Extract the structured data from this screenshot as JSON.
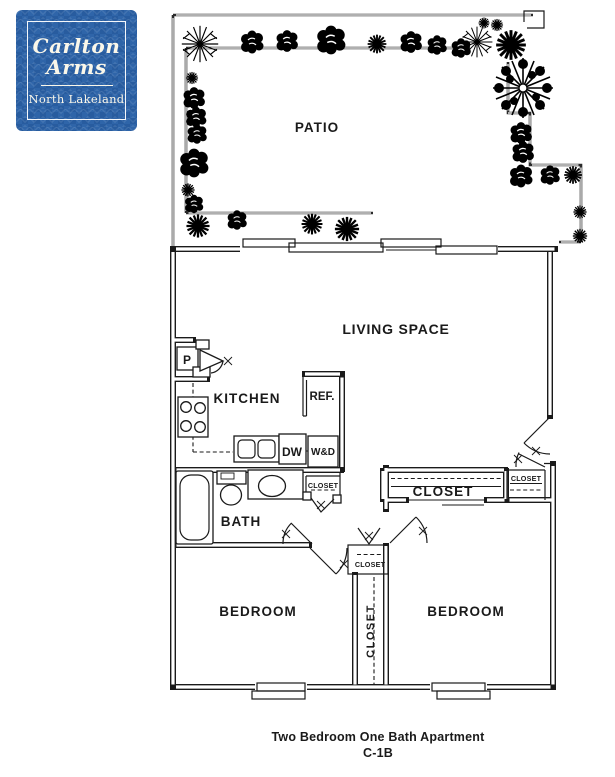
{
  "logo": {
    "name_line1": "Carlton",
    "name_line2": "Arms",
    "subtitle": "North Lakeland",
    "colors": {
      "background": "#2f65a9",
      "pattern": "#285c9f",
      "border": "#ffffff",
      "text": "#faf7ea"
    }
  },
  "floor_plan": {
    "rooms": {
      "patio": "PATIO",
      "living_space": "LIVING SPACE",
      "kitchen": "KITCHEN",
      "bath": "BATH",
      "bedroom_left": "BEDROOM",
      "bedroom_right": "BEDROOM"
    },
    "closets": {
      "bath_closet": "CLOSET",
      "hall_closet": "CLOSET",
      "tall_closet": "CLOSET",
      "bedroom_right_closet": "CLOSET",
      "entry_closet": "CLOSET"
    },
    "appliances": {
      "pantry": "P",
      "refrigerator": "REF.",
      "dishwasher": "DW",
      "washer_dryer": "W&D"
    }
  },
  "caption": {
    "line1": "Two Bedroom One Bath Apartment",
    "line2": "C-1B"
  },
  "icons": {
    "bush-icon": "round clustered shrub (black blob)",
    "spiky-plant-icon": "starburst ornamental plant",
    "branch-shrub-icon": "fine-branched shrub",
    "tree-icon": "large tree canopy",
    "door-arc": "door swing arc",
    "bifold-door": "bi-fold closet door",
    "window": "double-line window",
    "sliding-door": "sliding glass door"
  }
}
